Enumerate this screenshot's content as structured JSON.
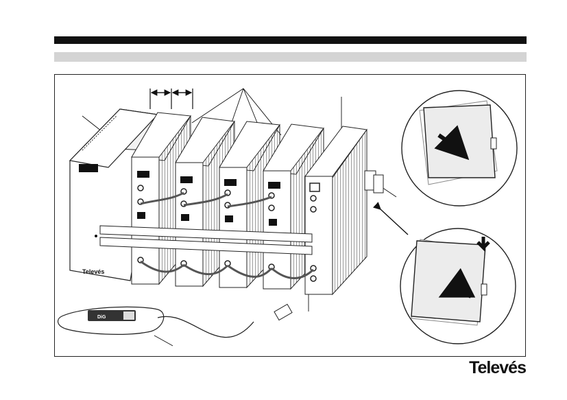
{
  "brand": {
    "logo_text": "Televés",
    "psu_label": "Televés",
    "programmer_label": "DiG"
  },
  "colors": {
    "top_bar": "#111111",
    "sub_bar": "#d4d4d4",
    "line": "#222222",
    "module_fill": "#ffffff",
    "panel_fill": "#ececec"
  }
}
